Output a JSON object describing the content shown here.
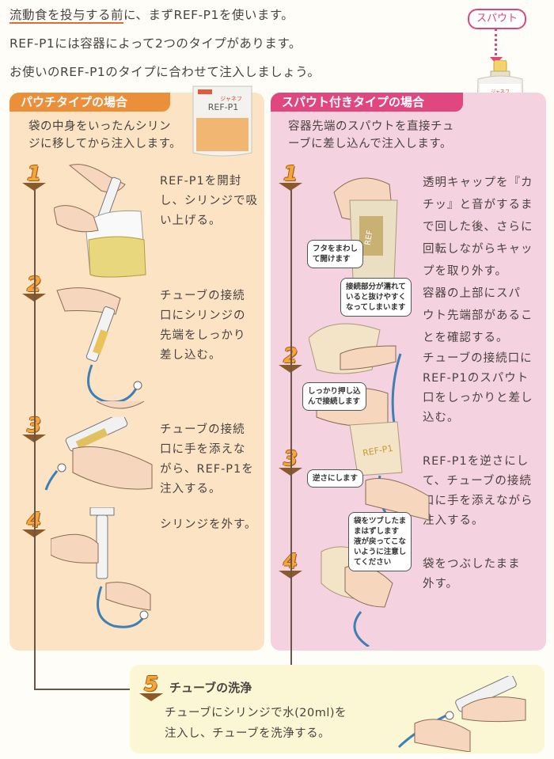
{
  "intro": {
    "line1_u": "流動食を投与する前",
    "line1_rest": "に、まずREF-P1を使います。",
    "line2": "REF-P1には容器によって2つのタイプがあります。",
    "line3": "お使いのREF-P1のタイプに合わせて注入しましょう。"
  },
  "spout_badge": "スパウト",
  "pouch": {
    "title": "パウチタイプの場合",
    "lead": [
      "袋の中身をいったんシリン",
      "ジに移してから注入します。"
    ],
    "product_label": "REF-P1",
    "product_brand": "ジャネフ",
    "steps": [
      {
        "num": "1",
        "lines": [
          "REF-P1を開封",
          "し、シリンジで吸",
          "い上げる。"
        ]
      },
      {
        "num": "2",
        "lines": [
          "チューブの接続",
          "口にシリンジの",
          "先端をしっかり",
          "差し込む。"
        ]
      },
      {
        "num": "3",
        "lines": [
          "チューブの接続",
          "口に手を添えな",
          "がら、REF-P1を",
          "注入する。"
        ]
      },
      {
        "num": "4",
        "lines": [
          "シリンジを外す。"
        ]
      }
    ]
  },
  "spout": {
    "title": "スパウト付きタイプの場合",
    "lead": [
      "容器先端のスパウトを直接チュ",
      "ーブに差し込んで注入します。"
    ],
    "product_label": "REF-P1",
    "steps": [
      {
        "num": "1",
        "lines": [
          "透明キャップを『カ",
          "チッ』と音がするま",
          "で回した後、さらに",
          "回転しながらキャッ",
          "プを取り外す。",
          "容器の上部にスパ",
          "ウト先端部があるこ",
          "とを確認する。"
        ]
      },
      {
        "num": "2",
        "lines": [
          "チューブの接続口に",
          "REF-P1のスパウト",
          "口をしっかりと差し",
          "込む。"
        ]
      },
      {
        "num": "3",
        "lines": [
          "REF-P1を逆さにし",
          "て、チューブの接続",
          "口に手を添えながら",
          "注入する。"
        ]
      },
      {
        "num": "4",
        "lines": [
          "袋をつぶしたまま",
          "外す。"
        ]
      }
    ],
    "callouts": {
      "c1": [
        "フタをまわし",
        "て開けます"
      ],
      "c2": [
        "接続部分が濡れて",
        "いると抜けやすく",
        "なってしまいます"
      ],
      "c3": [
        "しっかり押し込",
        "んで接続します"
      ],
      "c4": [
        "逆さにします"
      ],
      "c5": [
        "袋をツブしたま",
        "まはずします",
        "液が戻ってこな",
        "いように注意し",
        "てください"
      ]
    }
  },
  "wash": {
    "num": "5",
    "title": "チューブの洗浄",
    "lines": [
      "チューブにシリンジで水(20ml)を",
      "注入し、チューブを洗浄する。"
    ]
  },
  "colors": {
    "pouch_bg": "#fbe3c4",
    "pouch_accent": "#eb8f3a",
    "spout_bg": "#f5d2e0",
    "spout_accent": "#e0477e",
    "wash_bg": "#fbf7d4",
    "number_fill": "#f4a53b"
  }
}
